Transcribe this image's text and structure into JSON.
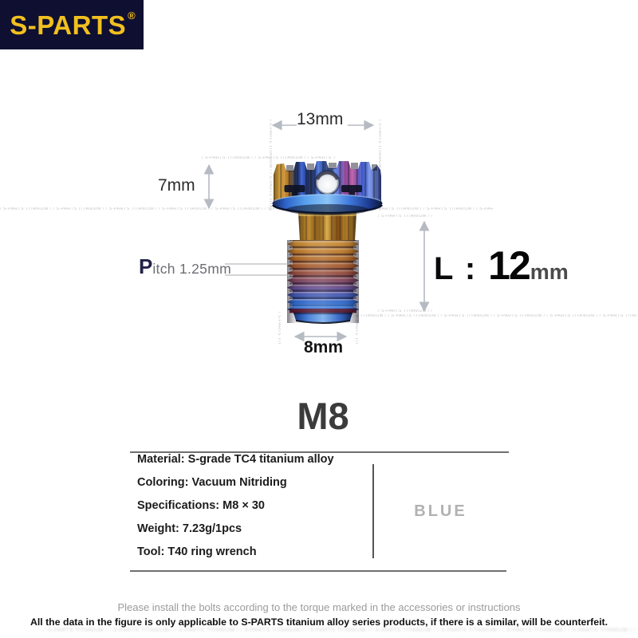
{
  "logo": {
    "text": "S-PARTS",
    "registered_mark": "®",
    "bg_color": "#0f0f31",
    "text_color": "#f1c01f"
  },
  "diagram": {
    "dim_head_width": "13mm",
    "dim_head_height": "7mm",
    "pitch_prefix": "P",
    "pitch_rest": "itch 1.25mm",
    "length_label": "L :",
    "length_value": "12",
    "length_unit": "mm",
    "dim_thread_diameter": "8mm",
    "watermark": "S-PARTS TITANIUM / ",
    "arrow_color": "#b6bac2",
    "bolt_finish_colors": [
      "#e0a83c",
      "#3a60d2",
      "#bb5ca4",
      "#2e72d4"
    ]
  },
  "size_title": "M8",
  "spec_table": {
    "rows": [
      "Material: S-grade TC4 titanium alloy",
      "Coloring: Vacuum Nitriding",
      "Specifications: M8 × 30",
      "Weight: 7.23g/1pcs",
      "Tool: T40 ring wrench"
    ],
    "color_label": "BLUE"
  },
  "footer": {
    "line1": "Please install the bolts according to the torque marked in the accessories or instructions",
    "line2": "All the data in the figure is only applicable to S-PARTS titanium alloy series products, if there is a similar, will be counterfeit."
  }
}
